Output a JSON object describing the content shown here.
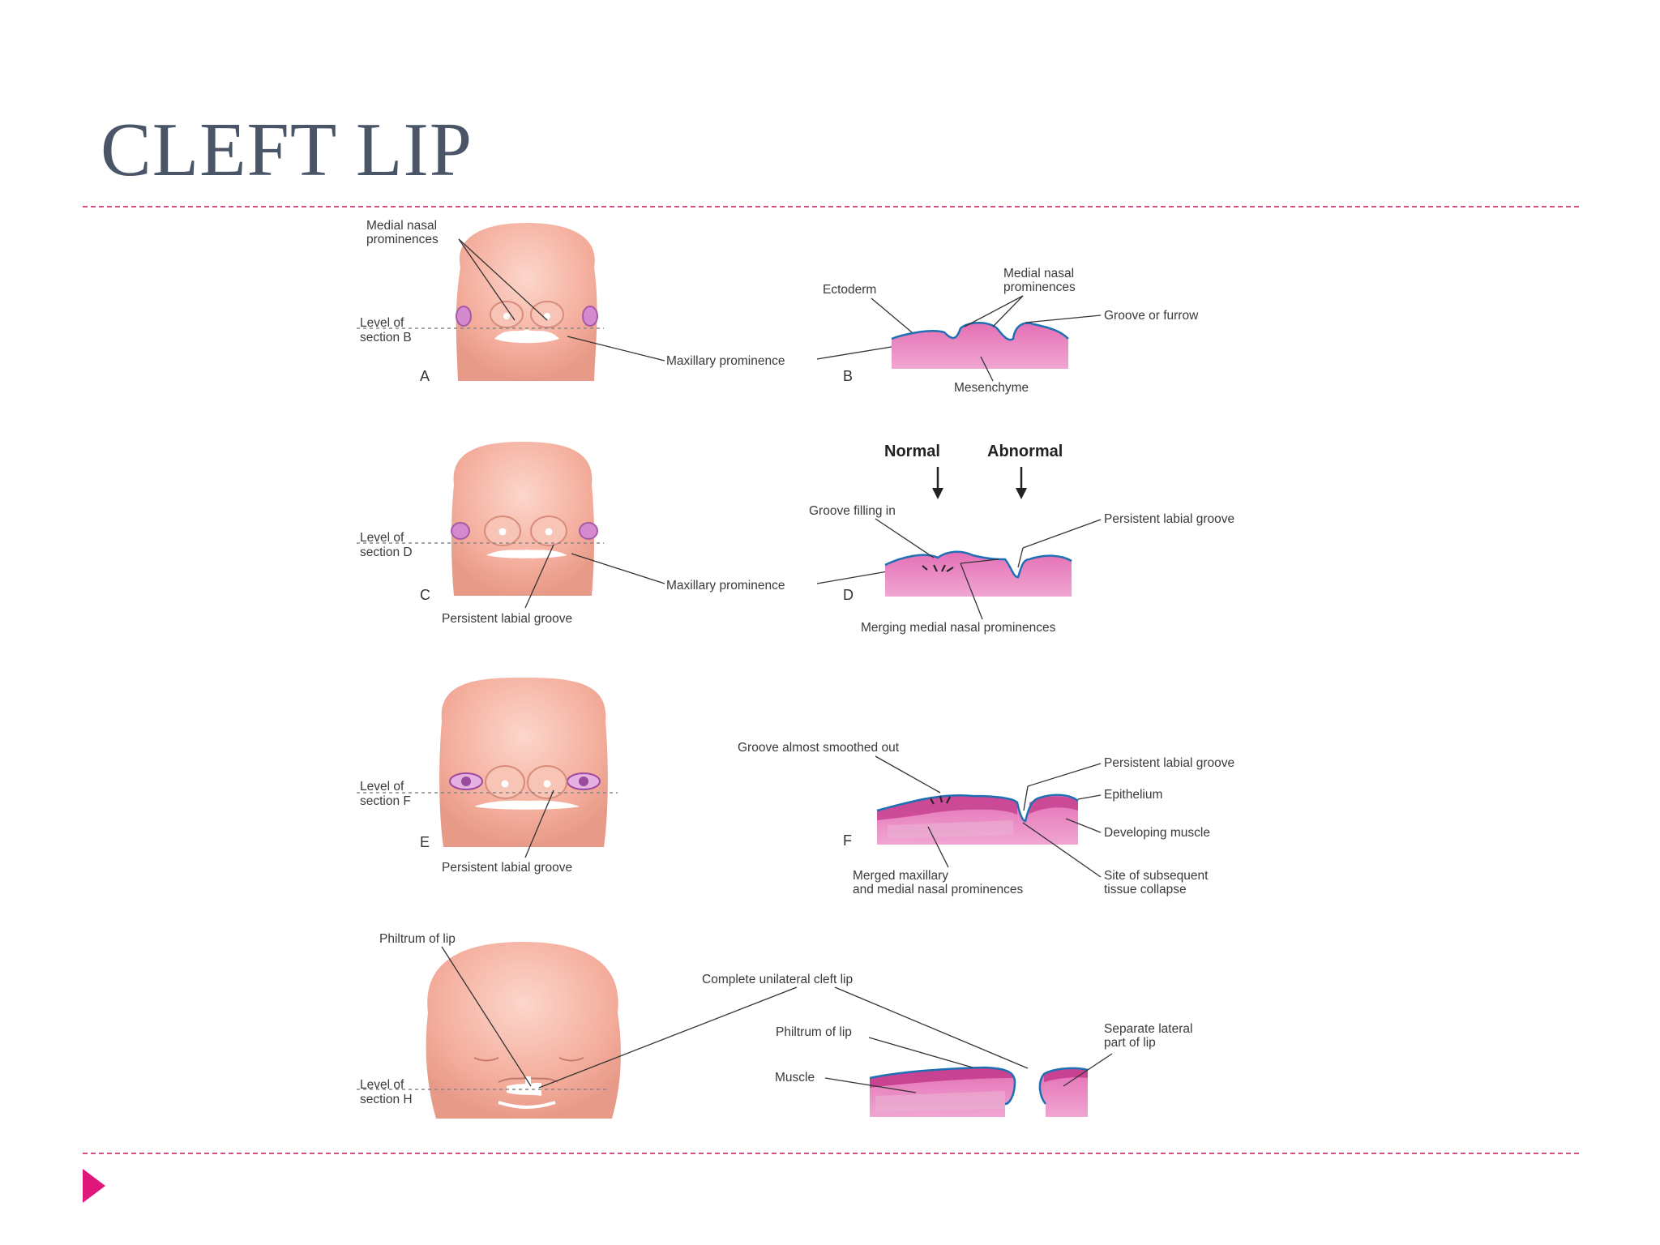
{
  "title": "CLEFT LIP",
  "labels": {
    "a_medial_nasal_1": "Medial nasal",
    "a_medial_nasal_2": "prominences",
    "a_level_1": "Level of",
    "a_level_2": "section B",
    "a_panel": "A",
    "a_maxillary": "Maxillary prominence",
    "b_ectoderm": "Ectoderm",
    "b_medial_nasal_1": "Medial nasal",
    "b_medial_nasal_2": "prominences",
    "b_groove": "Groove or furrow",
    "b_panel": "B",
    "b_mesenchyme": "Mesenchyme",
    "hdr_normal": "Normal",
    "hdr_abnormal": "Abnormal",
    "c_level_1": "Level of",
    "c_level_2": "section D",
    "c_panel": "C",
    "c_persistent": "Persistent labial groove",
    "c_maxillary": "Maxillary prominence",
    "d_groove_filling": "Groove filling in",
    "d_persistent": "Persistent labial groove",
    "d_panel": "D",
    "d_merging": "Merging medial nasal prominences",
    "e_level_1": "Level of",
    "e_level_2": "section F",
    "e_panel": "E",
    "e_persistent": "Persistent labial groove",
    "f_groove_smoothed": "Groove almost smoothed out",
    "f_persistent": "Persistent labial groove",
    "f_epithelium": "Epithelium",
    "f_muscle": "Developing muscle",
    "f_panel": "F",
    "f_merged_1": "Merged maxillary",
    "f_merged_2": "and medial nasal prominences",
    "f_site_1": "Site of subsequent",
    "f_site_2": "tissue collapse",
    "g_philtrum": "Philtrum of lip",
    "g_level_1": "Level of",
    "g_level_2": "section H",
    "h_complete": "Complete unilateral cleft lip",
    "h_philtrum": "Philtrum of lip",
    "h_muscle": "Muscle",
    "h_separate_1": "Separate lateral",
    "h_separate_2": "part of lip"
  },
  "colors": {
    "accent": "#e0177a",
    "rule": "#d94f87",
    "title": "#4a5568",
    "skin": "#f5b3a4",
    "tissue": "#e98cc6",
    "epithelium": "#1f6fb4",
    "muscle": "#c23a8a"
  }
}
